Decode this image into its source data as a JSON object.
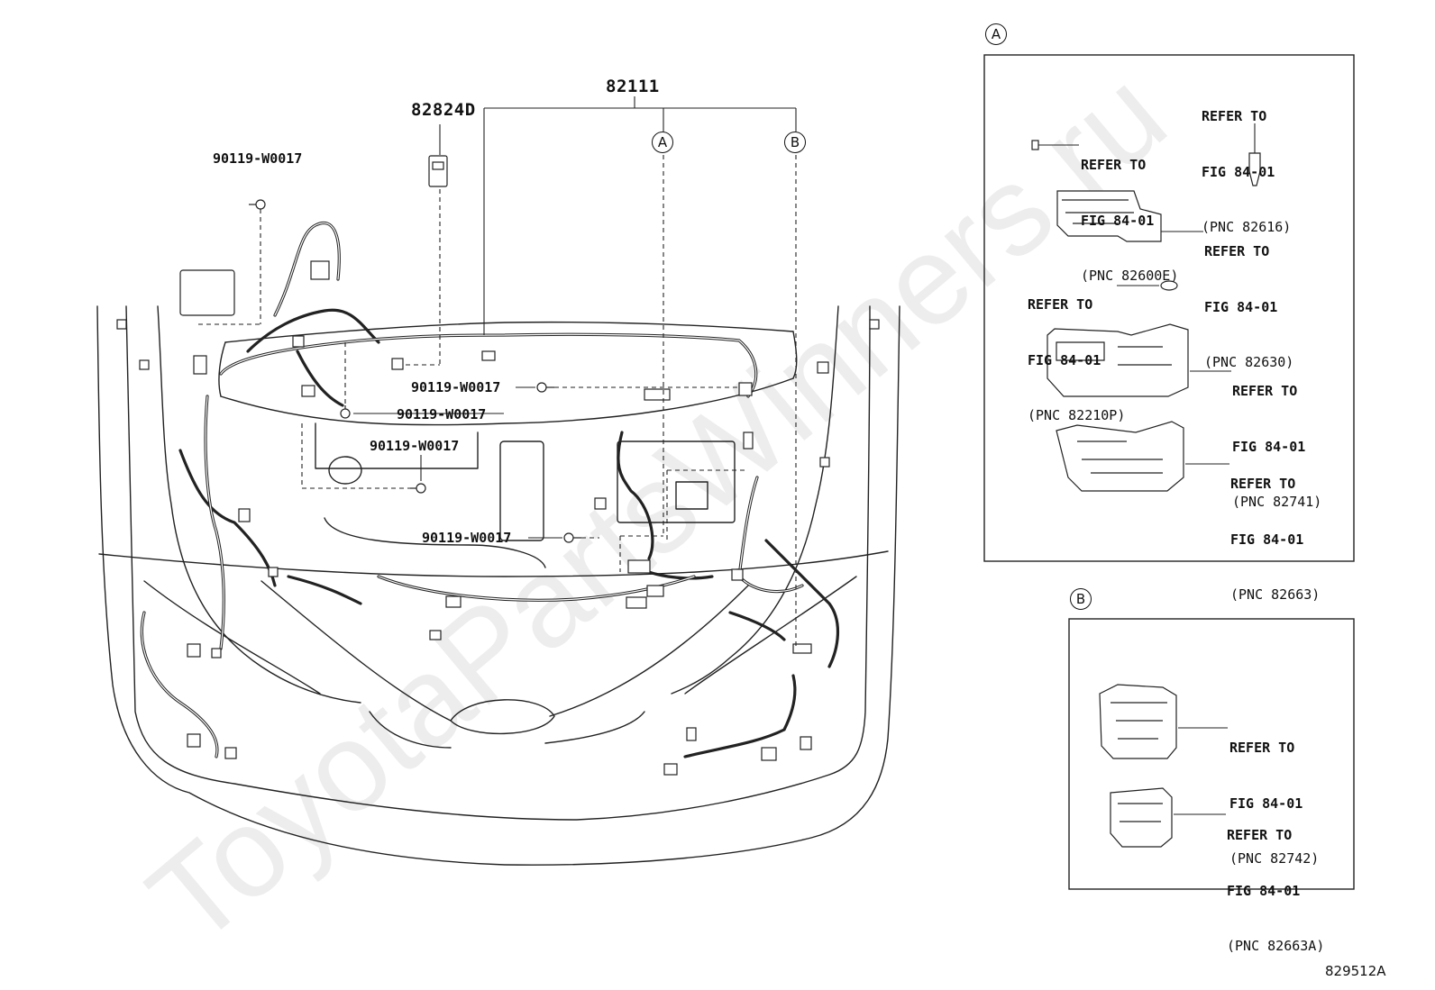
{
  "figure_code": "829512A",
  "assembly": {
    "part_no": "82111"
  },
  "relay_block": {
    "part_no": "82824D"
  },
  "callouts": {
    "a": "A",
    "b": "B"
  },
  "bolts": [
    "90119-W0017",
    "90119-W0017",
    "90119-W0017",
    "90119-W0017",
    "90119-W0017"
  ],
  "detail_a": {
    "marker": "A",
    "refs": [
      {
        "line1": "REFER TO",
        "line2": "FIG 84-01",
        "line3": "(PNC 82616)"
      },
      {
        "line1": "REFER TO",
        "line2": "FIG 84-01",
        "line3": "(PNC 82600E)"
      },
      {
        "line1": "REFER TO",
        "line2": "FIG 84-01",
        "line3": "(PNC 82630)"
      },
      {
        "line1": "REFER TO",
        "line2": "FIG 84-01",
        "line3": "(PNC 82210P)"
      },
      {
        "line1": "REFER TO",
        "line2": "FIG 84-01",
        "line3": "(PNC 82741)"
      },
      {
        "line1": "REFER TO",
        "line2": "FIG 84-01",
        "line3": "(PNC 82663)"
      }
    ]
  },
  "detail_b": {
    "marker": "B",
    "refs": [
      {
        "line1": "REFER TO",
        "line2": "FIG 84-01",
        "line3": "(PNC 82742)"
      },
      {
        "line1": "REFER TO",
        "line2": "FIG 84-01",
        "line3": "(PNC 82663A)"
      }
    ]
  },
  "watermark": "ToyotaPartsWinners.ru"
}
